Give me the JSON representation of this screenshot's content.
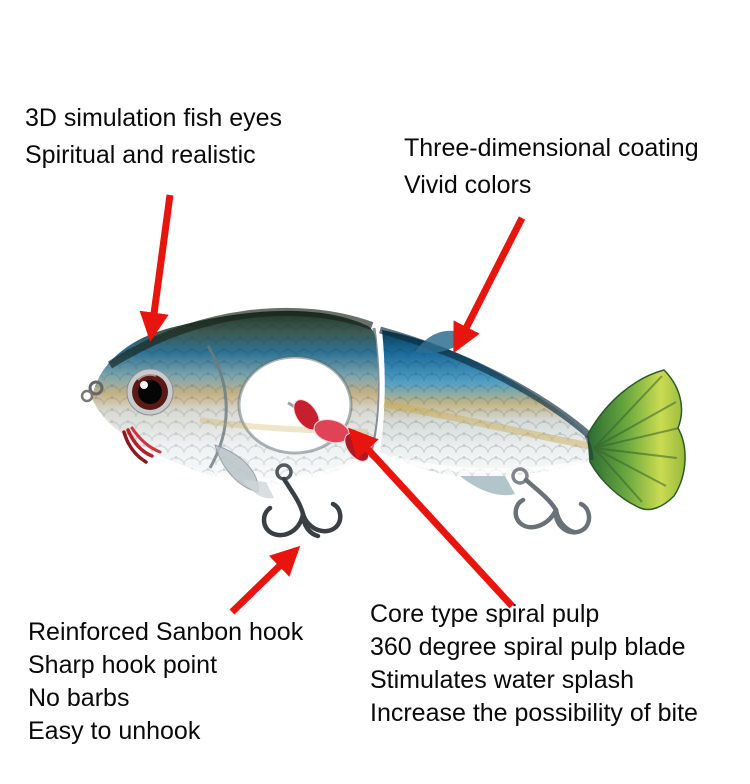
{
  "annotations": {
    "fish_eyes": {
      "lines": [
        "3D simulation fish eyes",
        "Spiritual and realistic"
      ]
    },
    "coating": {
      "lines": [
        "Three-dimensional coating",
        "Vivid colors"
      ]
    },
    "hook": {
      "lines": [
        "Reinforced Sanbon hook",
        "Sharp hook point",
        "No barbs",
        "Easy to unhook"
      ]
    },
    "spiral": {
      "lines": [
        "Core type spiral pulp",
        "360 degree spiral pulp blade",
        "Stimulates water splash",
        "Increase the possibility of bite"
      ]
    }
  },
  "colors": {
    "arrow": "#e8150f",
    "text": "#0a0a0a",
    "background": "#ffffff"
  }
}
